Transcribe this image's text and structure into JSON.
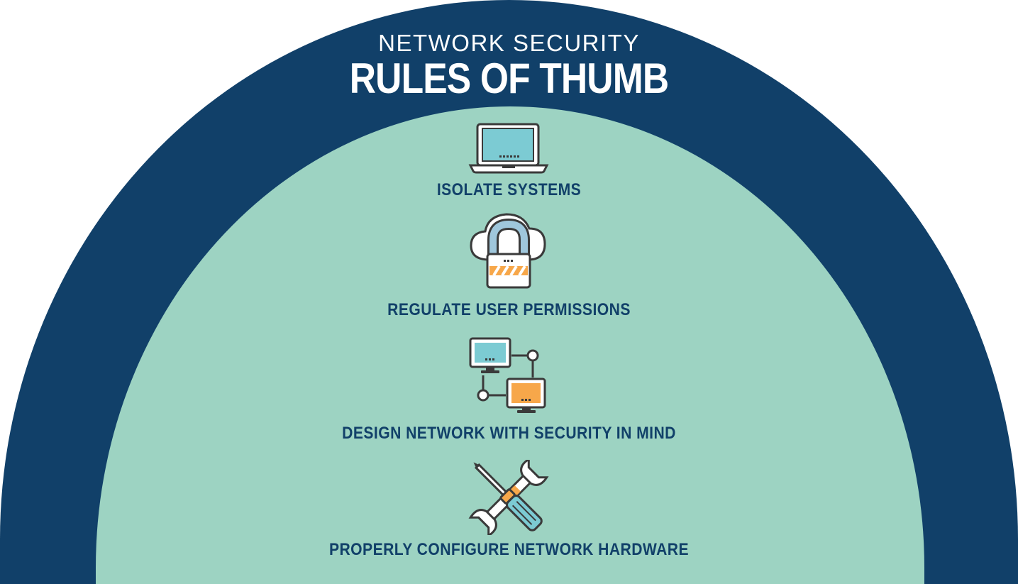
{
  "title": {
    "line1": "NETWORK SECURITY",
    "line2": "RULES OF THUMB"
  },
  "items": [
    {
      "label": "ISOLATE SYSTEMS",
      "icon": "laptop-icon"
    },
    {
      "label": "REGULATE USER PERMISSIONS",
      "icon": "cloud-lock-icon"
    },
    {
      "label": "DESIGN NETWORK WITH SECURITY IN MIND",
      "icon": "network-computers-icon"
    },
    {
      "label": "PROPERLY CONFIGURE NETWORK HARDWARE",
      "icon": "tools-icon"
    }
  ],
  "colors": {
    "outer_arc": "#114069",
    "inner_arc": "#9dd3c2",
    "text_dark": "#114069",
    "screen_blue": "#7ccbd3",
    "accent_orange": "#f7a74a",
    "stroke": "#3a3a3a"
  }
}
